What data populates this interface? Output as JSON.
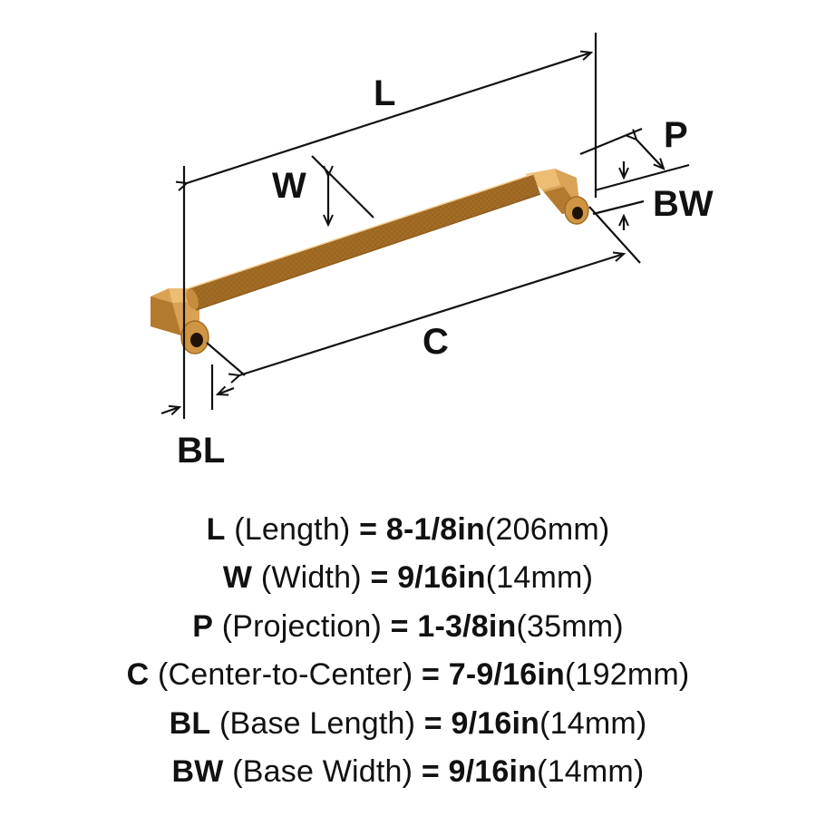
{
  "colors": {
    "line": "#111111",
    "brass_light": "#e8b667",
    "brass_mid": "#cf9542",
    "brass_dark": "#a46d26",
    "hole": "#1e1208"
  },
  "diagram": {
    "labels": {
      "L": "L",
      "W": "W",
      "P": "P",
      "BW": "BW",
      "C": "C",
      "BL": "BL"
    }
  },
  "specs": [
    {
      "code": "L",
      "name": "(Length)",
      "eq": "=",
      "imperial": "8-1/8in",
      "metric": "(206mm)"
    },
    {
      "code": "W",
      "name": "(Width)",
      "eq": "=",
      "imperial": "9/16in",
      "metric": "(14mm)"
    },
    {
      "code": "P",
      "name": "(Projection)",
      "eq": "=",
      "imperial": "1-3/8in",
      "metric": "(35mm)"
    },
    {
      "code": "C",
      "name": "(Center-to-Center)",
      "eq": "=",
      "imperial": "7-9/16in",
      "metric": "(192mm)"
    },
    {
      "code": "BL",
      "name": "(Base Length)",
      "eq": "=",
      "imperial": "9/16in",
      "metric": "(14mm)"
    },
    {
      "code": "BW",
      "name": "(Base Width)",
      "eq": "=",
      "imperial": "9/16in",
      "metric": "(14mm)"
    }
  ]
}
